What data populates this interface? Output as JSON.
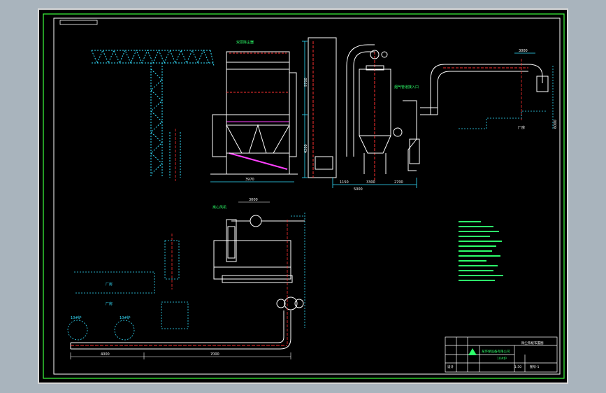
{
  "drawing": {
    "plan_labels": {
      "hall_upper": "厂房",
      "hall_lower": "厂房",
      "machine_a": "10#炉",
      "machine_b": "10#炉"
    },
    "plan_dimensions": {
      "left_span": "4000",
      "right_span": "7000",
      "top_span": "3000"
    },
    "elevation_dimensions": {
      "height_1": "9700",
      "height_2": "4200",
      "base_1": "3970",
      "base_2": "1150",
      "base_3": "3300",
      "base_4": "2700",
      "base_5": "5000",
      "top_right": "3000",
      "right_height": "6000"
    },
    "annotations": {
      "top_caption": "双层除尘器",
      "inlet_note": "烟气管道接入口",
      "fan_note": "离心风机",
      "right_hall": "厂房"
    }
  },
  "title_block": {
    "company": "某环保设备有限公司",
    "title_line1": "除尘系统布置图",
    "title_line2": "10#炉",
    "scale": "1:50",
    "sheet": "图号-1",
    "code": "设计"
  },
  "colors": {
    "frame_green": "#3cff3c",
    "line_white": "#ffffff",
    "center_red": "#ff3030",
    "dim_cyan": "#33e0ff",
    "note_green": "#2dff6a",
    "mag": "#ff40ff"
  }
}
